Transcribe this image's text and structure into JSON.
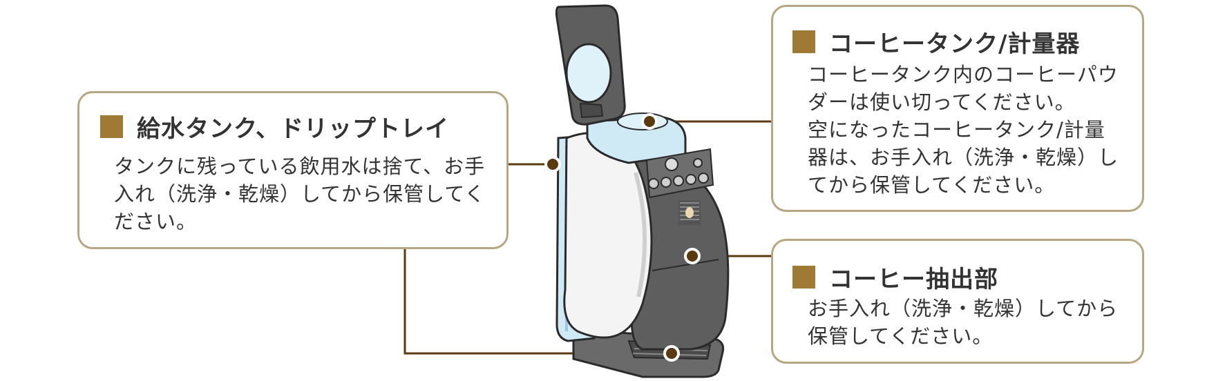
{
  "colors": {
    "accent_square": "#9f7a35",
    "box_border": "#b8a582",
    "leader_line": "#5a3a10",
    "machine_body": "#5e5e5e",
    "machine_panel_white": "#f4f4f4",
    "tank_blue": "#cfe9f5"
  },
  "callouts": {
    "water_tank": {
      "title": "給水タンク、ドリップトレイ",
      "body": "タンクに残っている飲用水は捨て、お手\n入れ（洗浄・乾燥）してから保管してく\nださい。"
    },
    "coffee_tank": {
      "title": "コーヒータンク/計量器",
      "body": "コーヒータンク内のコーヒーパウ\nダーは使い切ってください。\n空になったコーヒータンク/計量\n器は、お手入れ（洗浄・乾燥）し\nてから保管してください。"
    },
    "brew_unit": {
      "title": "コーヒー抽出部",
      "body": "お手入れ（洗浄・乾燥）してから\n保管してください。"
    }
  },
  "illustration": {
    "subject": "coffee-machine-with-open-lid",
    "icons": [
      "power-button-icon",
      "drink-button-icon",
      "coffee-logo-icon"
    ]
  }
}
